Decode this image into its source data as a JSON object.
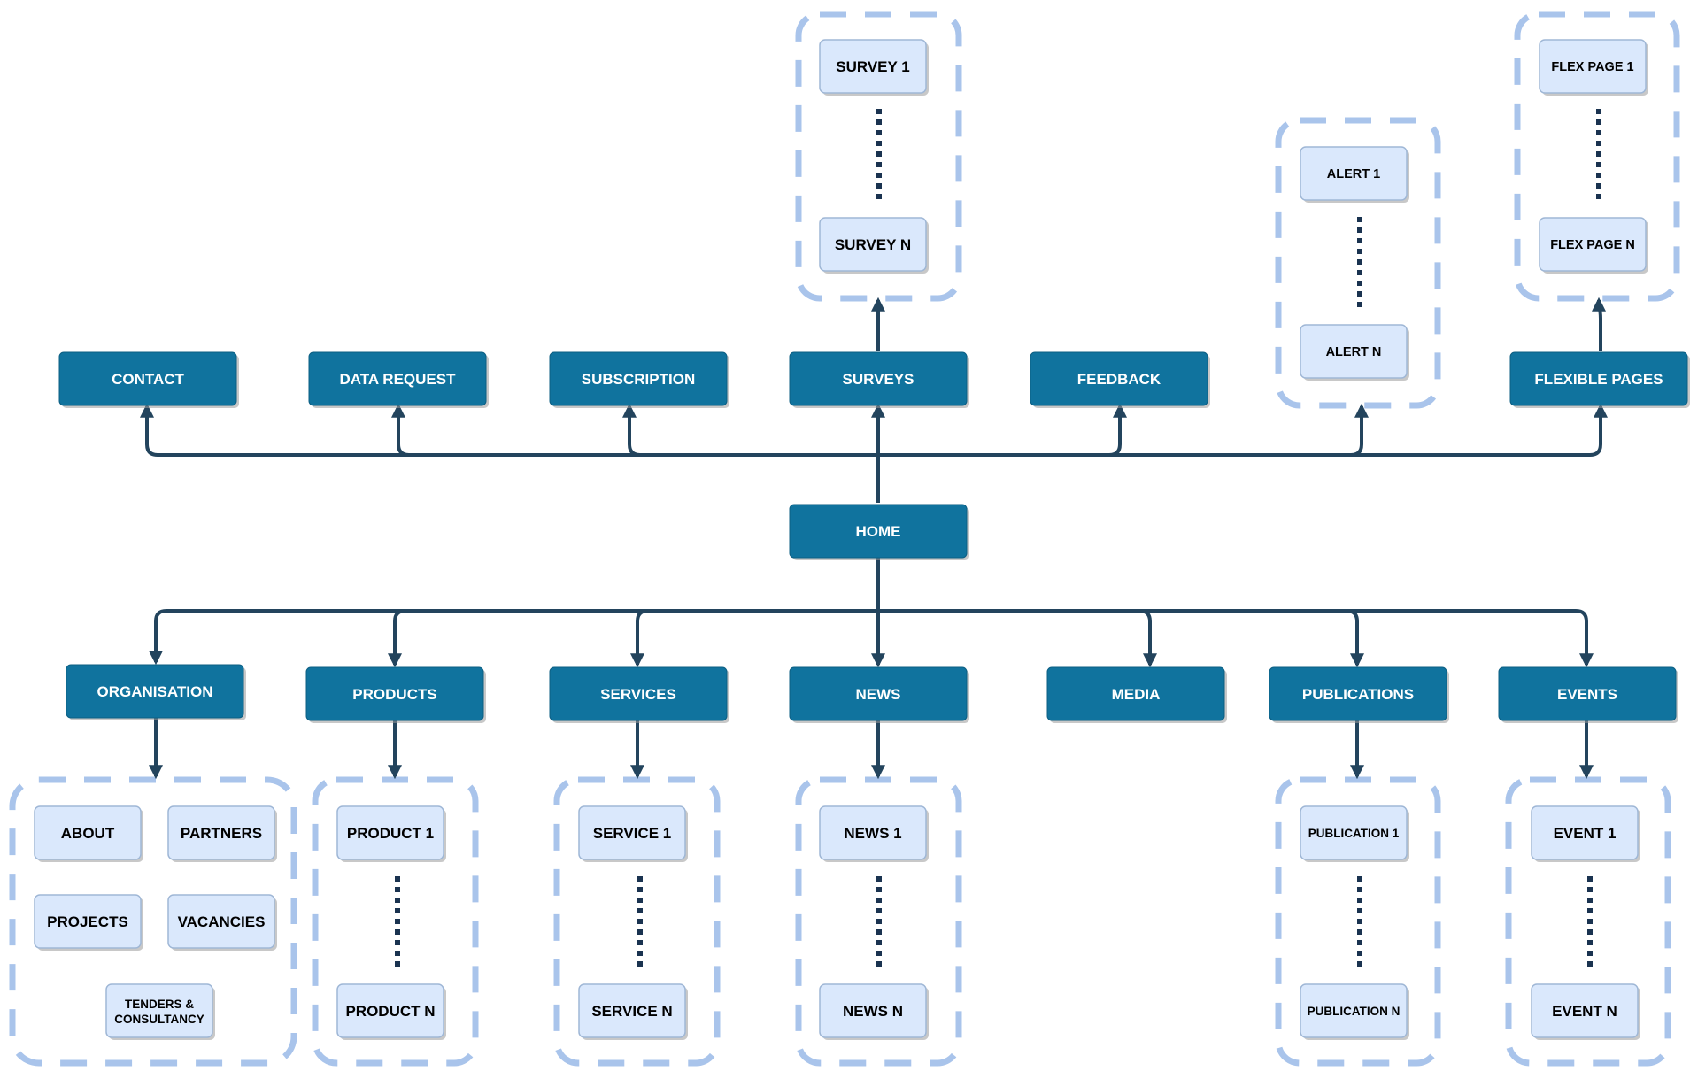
{
  "colors": {
    "primary": "#10739e",
    "secondary": "#dae8fc",
    "edge": "#23445d",
    "group_border": "#a9c4eb"
  },
  "nodes": {
    "home": "HOME",
    "contact": "CONTACT",
    "data_request": "DATA REQUEST",
    "subscription": "SUBSCRIPTION",
    "surveys": "SURVEYS",
    "feedback": "FEEDBACK",
    "flexible_pages": "FLEXIBLE PAGES",
    "organisation": "ORGANISATION",
    "products": "PRODUCTS",
    "services": "SERVICES",
    "news": "NEWS",
    "media": "MEDIA",
    "publications": "PUBLICATIONS",
    "events": "EVENTS",
    "survey_1": "SURVEY 1",
    "survey_n": "SURVEY N",
    "alert_1": "ALERT 1",
    "alert_n": "ALERT N",
    "flex_page_1": "FLEX PAGE 1",
    "flex_page_n": "FLEX PAGE N",
    "about": "ABOUT",
    "partners": "PARTNERS",
    "projects": "PROJECTS",
    "vacancies": "VACANCIES",
    "tenders_line1": "TENDERS &",
    "tenders_line2": "CONSULTANCY",
    "product_1": "PRODUCT 1",
    "product_n": "PRODUCT N",
    "service_1": "SERVICE 1",
    "service_n": "SERVICE N",
    "news_1": "NEWS 1",
    "news_n": "NEWS N",
    "publication_1": "PUBLICATION 1",
    "publication_n": "PUBLICATION N",
    "event_1": "EVENT 1",
    "event_n": "EVENT N"
  }
}
